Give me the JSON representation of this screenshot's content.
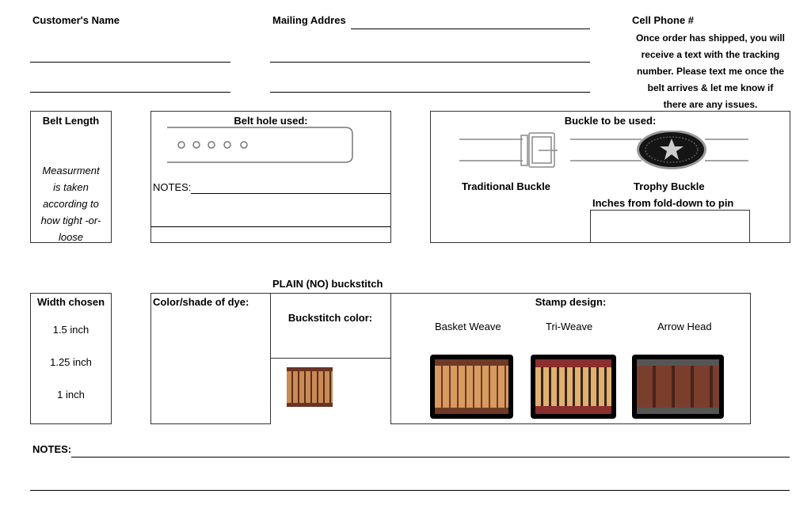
{
  "header": {
    "customer_name": "Customer's Name",
    "mailing_address": "Mailing Addres",
    "cell_phone": "Cell Phone #",
    "shipping_note": [
      "Once order has shipped, you will",
      "receive a text with the tracking",
      "number. Please text me once the",
      "belt arrives & let me know  if",
      "there are any issues."
    ]
  },
  "belt_length": {
    "title": "Belt Length",
    "note": [
      "Measurment",
      "is taken",
      "according to",
      "how tight -or-",
      "loose"
    ]
  },
  "belt_hole": {
    "title": "Belt hole used:",
    "notes_label": "NOTES:"
  },
  "buckle": {
    "title": "Buckle to be used:",
    "traditional": "Traditional  Buckle",
    "trophy": "Trophy Buckle",
    "inches_label": "Inches from fold-down to pin"
  },
  "plain_buckstitch": "PLAIN (NO) buckstitch",
  "width": {
    "title": "Width chosen",
    "options": [
      "1.5 inch",
      "1.25 inch",
      "1 inch"
    ]
  },
  "color": {
    "title": "Color/shade of dye:"
  },
  "buckstitch": {
    "title": "Buckstitch color:"
  },
  "stamp": {
    "title": "Stamp design:",
    "designs": [
      "Basket Weave",
      "Tri-Weave",
      "Arrow Head"
    ]
  },
  "footer": {
    "notes_label": "NOTES:"
  }
}
